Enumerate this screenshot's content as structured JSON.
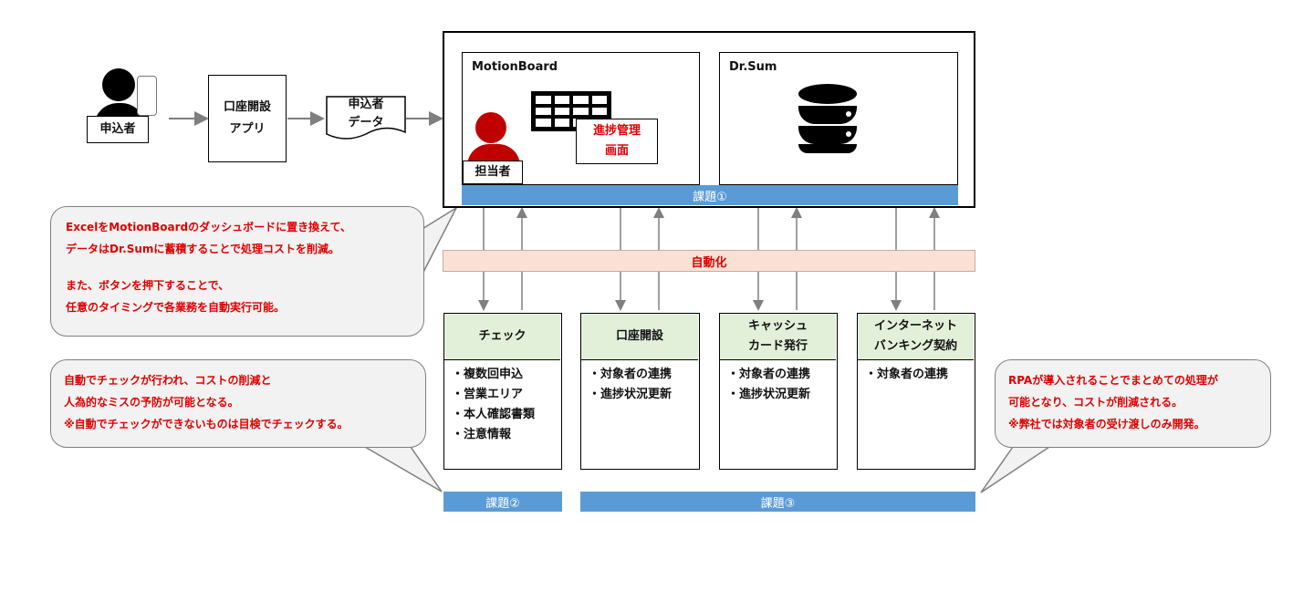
{
  "applicant_label": "申込者",
  "app_box": {
    "line1": "口座開設",
    "line2": "アプリ"
  },
  "data_doc": {
    "line1": "申込者",
    "line2": "データ"
  },
  "motionboard": {
    "title": "MotionBoard",
    "staff_label": "担当者",
    "progress_screen": {
      "line1": "進捗管理",
      "line2": "画面"
    }
  },
  "drsum": {
    "title": "Dr.Sum"
  },
  "issue1": "課題①",
  "issue2": "課題②",
  "issue3": "課題③",
  "automation": "自動化",
  "bubble_left_top": {
    "line1": "ExcelをMotionBoardのダッシュボードに置き換えて、",
    "line2": "データはDr.Sumに蓄積することで処理コストを削減。",
    "line3": "また、ボタンを押下することで、",
    "line4": "任意のタイミングで各業務を自動実行可能。"
  },
  "bubble_left_bottom": {
    "line1": "自動でチェックが行われ、コストの削減と",
    "line2": "人為的なミスの予防が可能となる。",
    "line3": "※自動でチェックができないものは目検でチェックする。"
  },
  "bubble_right": {
    "line1": "RPAが導入されることでまとめての処理が",
    "line2": "可能となり、コストが削減される。",
    "line3": "※弊社では対象者の受け渡しのみ開発。"
  },
  "processes": [
    {
      "title1": "チェック",
      "title2": "",
      "items": [
        "・複数回申込",
        "・営業エリア",
        "・本人確認書類",
        "・注意情報"
      ]
    },
    {
      "title1": "口座開設",
      "title2": "",
      "items": [
        "・対象者の連携",
        "・進捗状況更新"
      ]
    },
    {
      "title1": "キャッシュ",
      "title2": "カード発行",
      "items": [
        "・対象者の連携",
        "・進捗状況更新"
      ]
    },
    {
      "title1": "インターネット",
      "title2": "バンキング契約",
      "items": [
        "・対象者の連携"
      ]
    }
  ],
  "colors": {
    "issue_bar": "#5b9bd5",
    "automation_bar": "#fbe1d5",
    "process_header": "#e2f0d9",
    "staff_red": "#c00000",
    "accent_text": "#e00000"
  }
}
